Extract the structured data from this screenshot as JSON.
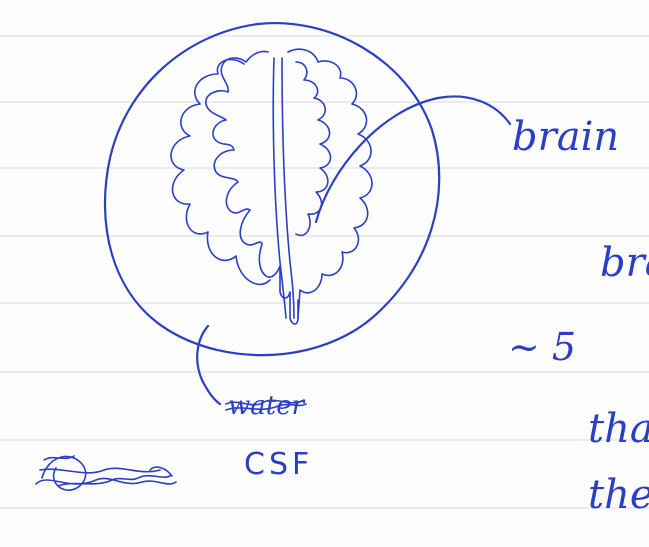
{
  "labels": {
    "brain": "brain",
    "crossed_out": "water",
    "csf": "CSF",
    "partial_lines": [
      "bra",
      "~ 5",
      "tha",
      "the"
    ]
  },
  "colors": {
    "ink": "#2b3fc4",
    "paper": "#fdfdfd",
    "ruled_line": "#d9d9d9"
  }
}
